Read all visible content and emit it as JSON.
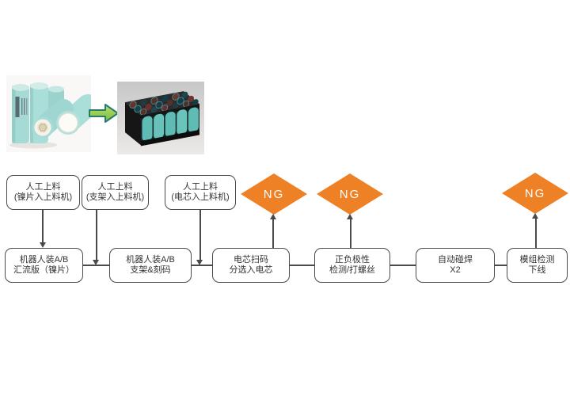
{
  "flow": {
    "ng_label": "NG",
    "top_boxes": [
      {
        "line1": "人工上料",
        "line2": "(镍片入上料机)"
      },
      {
        "line1": "人工上料",
        "line2": "(支架入上料机)"
      },
      {
        "line1": "人工上料",
        "line2": "(电芯入上料机)"
      }
    ],
    "main_boxes": [
      {
        "line1": "机器人装A/B",
        "line2": "汇流版（镍片）"
      },
      {
        "line1": "机器人装A/B",
        "line2": "支架&刻码"
      },
      {
        "line1": "电芯扫码",
        "line2": "分选入电芯"
      },
      {
        "line1": "正负极性",
        "line2": "检测/打螺丝"
      },
      {
        "line1": "自动碰焊",
        "line2": "X2"
      },
      {
        "line1": "模组检测",
        "line2": "下线"
      }
    ]
  },
  "icons": {
    "cells_photo": "cylindrical-battery-cells-photo",
    "module_photo": "assembled-battery-module-photo",
    "transform_arrow": "green-right-block-arrow"
  },
  "colors": {
    "ng_orange": "#EE8125",
    "line": "#4a4a4a",
    "box_border": "#4a4a4a",
    "box_text": "#333333",
    "cell_teal": "#a5dad5",
    "arrow_fill": "#8cc84a",
    "arrow_stroke": "#2a7a6d"
  }
}
